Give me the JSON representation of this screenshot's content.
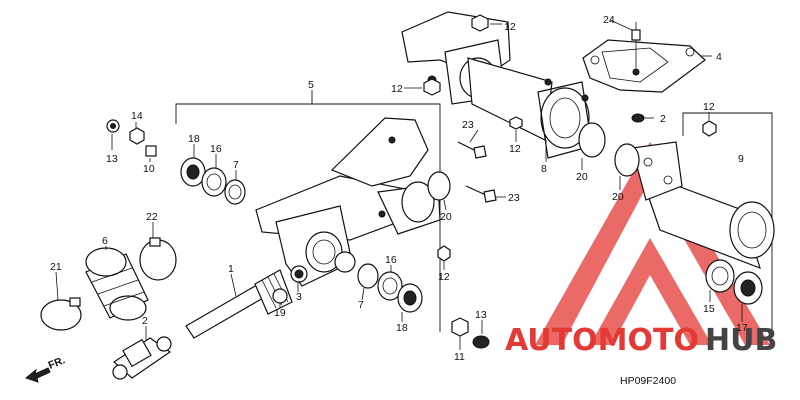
{
  "diagram": {
    "code": "HP09F2400",
    "direction_label": "FR.",
    "callouts": {
      "c1": "1",
      "c2a": "2",
      "c2b": "2",
      "c3": "3",
      "c4": "4",
      "c5": "5",
      "c6": "6",
      "c7a": "7",
      "c7b": "7",
      "c8": "8",
      "c9": "9",
      "c10": "10",
      "c11": "11",
      "c12a": "12",
      "c12b": "12",
      "c12c": "12",
      "c12d": "12",
      "c12e": "12",
      "c13a": "13",
      "c13b": "13",
      "c14": "14",
      "c15": "15",
      "c16a": "16",
      "c16b": "16",
      "c17": "17",
      "c18a": "18",
      "c18b": "18",
      "c19": "19",
      "c20a": "20",
      "c20b": "20",
      "c20c": "20",
      "c21": "21",
      "c22": "22",
      "c23a": "23",
      "c23b": "23",
      "c24": "24"
    }
  },
  "watermark": {
    "brand_a": "AUTOMOTO",
    "brand_b": "HUB",
    "color_red": "#e53935",
    "color_gray": "#9e9e9e",
    "color_dark": "#444444"
  }
}
